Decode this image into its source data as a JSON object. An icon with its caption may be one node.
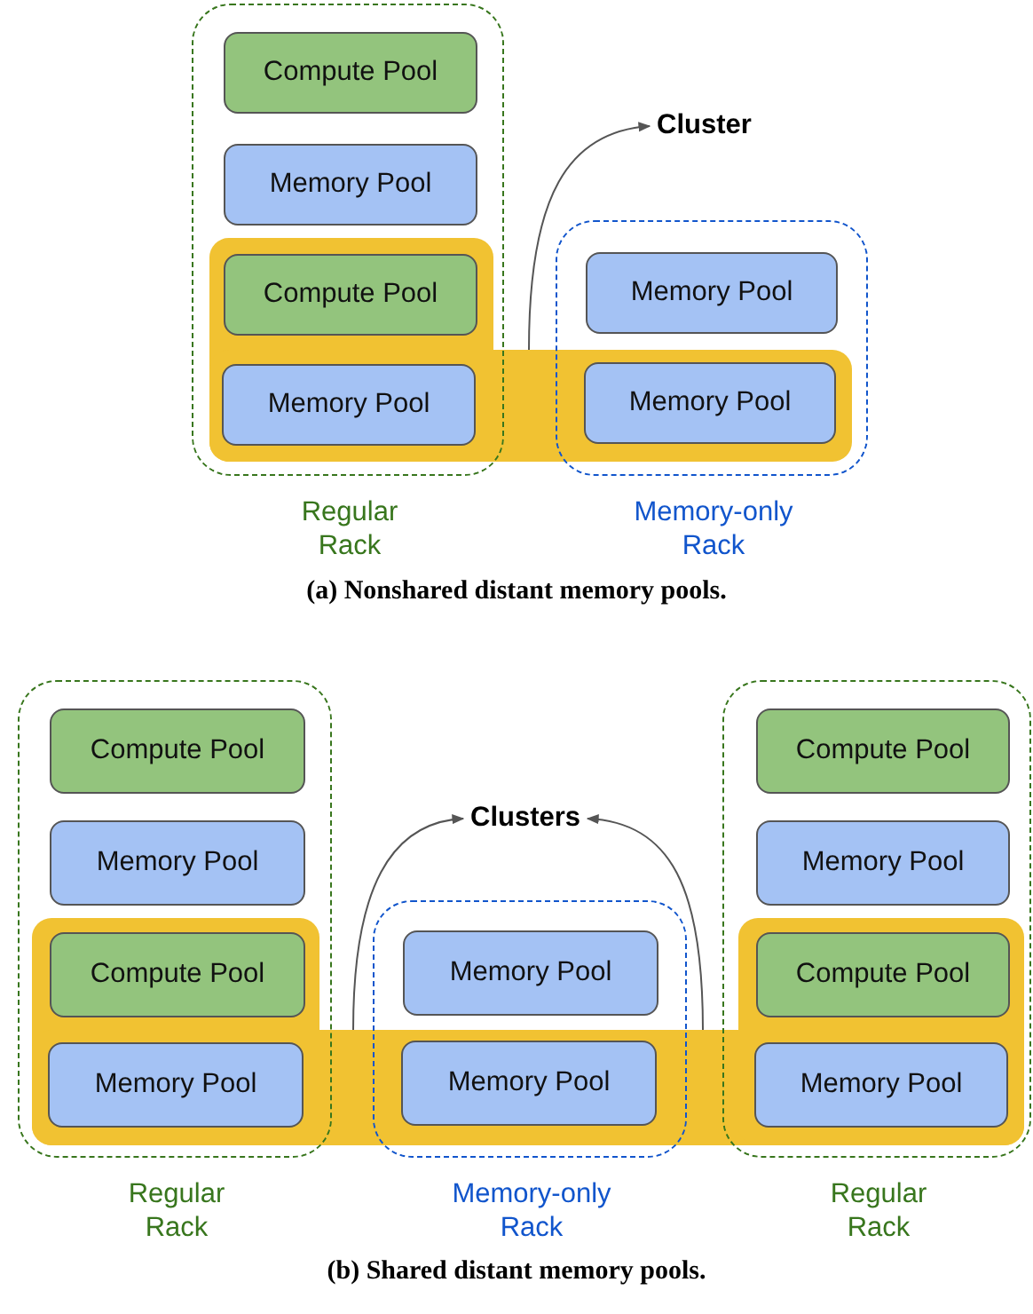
{
  "diagram": {
    "nodes": [
      {
        "text": [
          "Regular Rack"
        ]
      },
      {
        "text": [
          "Compute Pool"
        ],
        "in": 0
      },
      {
        "text": [
          "Memory Pool"
        ],
        "in": 0
      },
      {
        "text": [
          "Compute Pool"
        ],
        "in": 0
      },
      {
        "text": [
          "Memory Pool"
        ]
      },
      {
        "text": [
          "Memory-only Rack"
        ]
      },
      {
        "text": [
          "Memory Pool"
        ],
        "in": 5
      },
      {
        "text": [
          "Memory Pool"
        ]
      },
      {
        "text": [],
        "shape": "band"
      },
      {
        "text": [
          "Cluster"
        ]
      },
      {
        "text": [
          "Regular Rack"
        ]
      },
      {
        "text": [
          "Compute Pool"
        ],
        "in": 10
      },
      {
        "text": [
          "Memory Pool"
        ],
        "in": 10
      },
      {
        "text": [
          "Compute Pool"
        ],
        "in": 10
      },
      {
        "text": [
          "Memory Pool"
        ]
      },
      {
        "text": [
          "Memory-only Rack"
        ]
      },
      {
        "text": [
          "Memory Pool"
        ],
        "in": 15
      },
      {
        "text": [
          "Memory Pool"
        ]
      },
      {
        "text": [
          "Regular Rack"
        ]
      },
      {
        "text": [
          "Compute Pool"
        ],
        "in": 18
      },
      {
        "text": [
          "Memory Pool"
        ],
        "in": 18
      },
      {
        "text": [
          "Compute Pool"
        ],
        "in": 18
      },
      {
        "text": [
          "Memory Pool"
        ]
      },
      {
        "text": [],
        "shape": "band"
      },
      {
        "text": [
          "Clusters"
        ]
      }
    ],
    "edges": [
      {
        "from": 8,
        "to": 9,
        "arrow": "to"
      },
      {
        "from": 23,
        "to": 24,
        "arrow": "to"
      },
      {
        "from": 23,
        "to": 24,
        "arrow": "to"
      }
    ],
    "labels": [
      "(a) Nonshared distant memory pools.",
      "(b) Shared distant memory pools."
    ]
  }
}
